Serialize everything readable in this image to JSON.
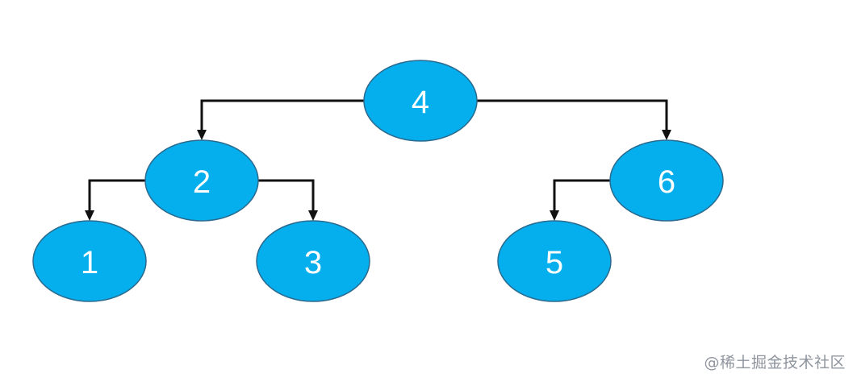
{
  "diagram": {
    "type": "binary-tree",
    "root": "4",
    "nodes": [
      {
        "id": "4",
        "label": "4"
      },
      {
        "id": "2",
        "label": "2"
      },
      {
        "id": "6",
        "label": "6"
      },
      {
        "id": "1",
        "label": "1"
      },
      {
        "id": "3",
        "label": "3"
      },
      {
        "id": "5",
        "label": "5"
      }
    ],
    "edges": [
      {
        "from": "4",
        "to": "2"
      },
      {
        "from": "4",
        "to": "6"
      },
      {
        "from": "2",
        "to": "1"
      },
      {
        "from": "2",
        "to": "3"
      },
      {
        "from": "6",
        "to": "5"
      }
    ],
    "colors": {
      "node_fill": "#05aeed",
      "node_stroke": "#2a6a8e",
      "label": "#ffffff",
      "edge": "#111111"
    }
  },
  "watermark": "@稀土掘金技术社区"
}
